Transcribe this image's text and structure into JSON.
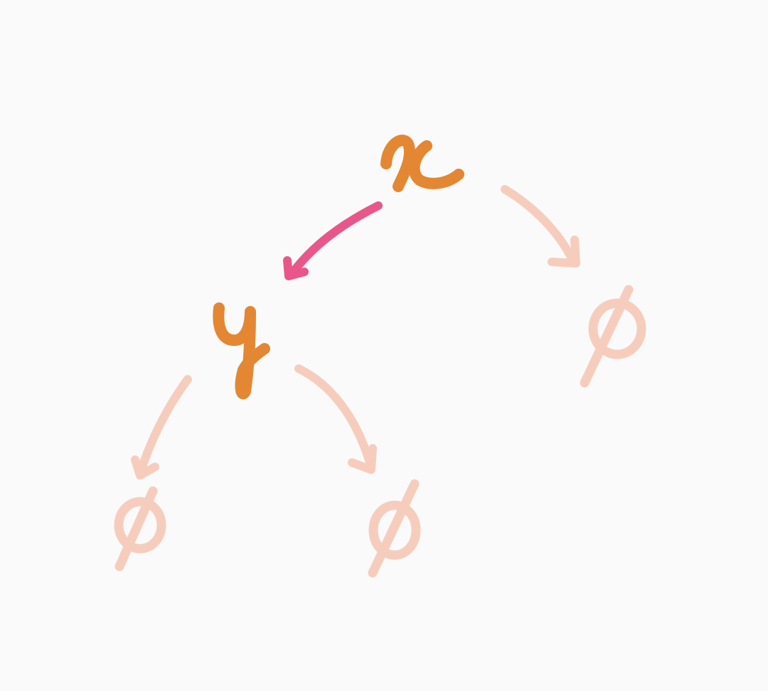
{
  "diagram": {
    "nodes": [
      {
        "id": "x",
        "label": "x",
        "role": "root",
        "color": "#e38732"
      },
      {
        "id": "y",
        "label": "y",
        "role": "left-child-of-x",
        "color": "#e38732"
      },
      {
        "id": "x-right",
        "label": "∅",
        "role": "empty-right-child-of-x",
        "color": "#f6cdbd"
      },
      {
        "id": "y-left",
        "label": "∅",
        "role": "empty-left-child-of-y",
        "color": "#f6cdbd"
      },
      {
        "id": "y-right",
        "label": "∅",
        "role": "empty-right-child-of-y",
        "color": "#f6cdbd"
      }
    ],
    "edges": [
      {
        "from": "x",
        "to": "y",
        "highlighted": true,
        "color": "#e9578a"
      },
      {
        "from": "x",
        "to": "x-right",
        "highlighted": false,
        "color": "#f6cdbd"
      },
      {
        "from": "y",
        "to": "y-left",
        "highlighted": false,
        "color": "#f6cdbd"
      },
      {
        "from": "y",
        "to": "y-right",
        "highlighted": false,
        "color": "#f6cdbd"
      }
    ]
  }
}
